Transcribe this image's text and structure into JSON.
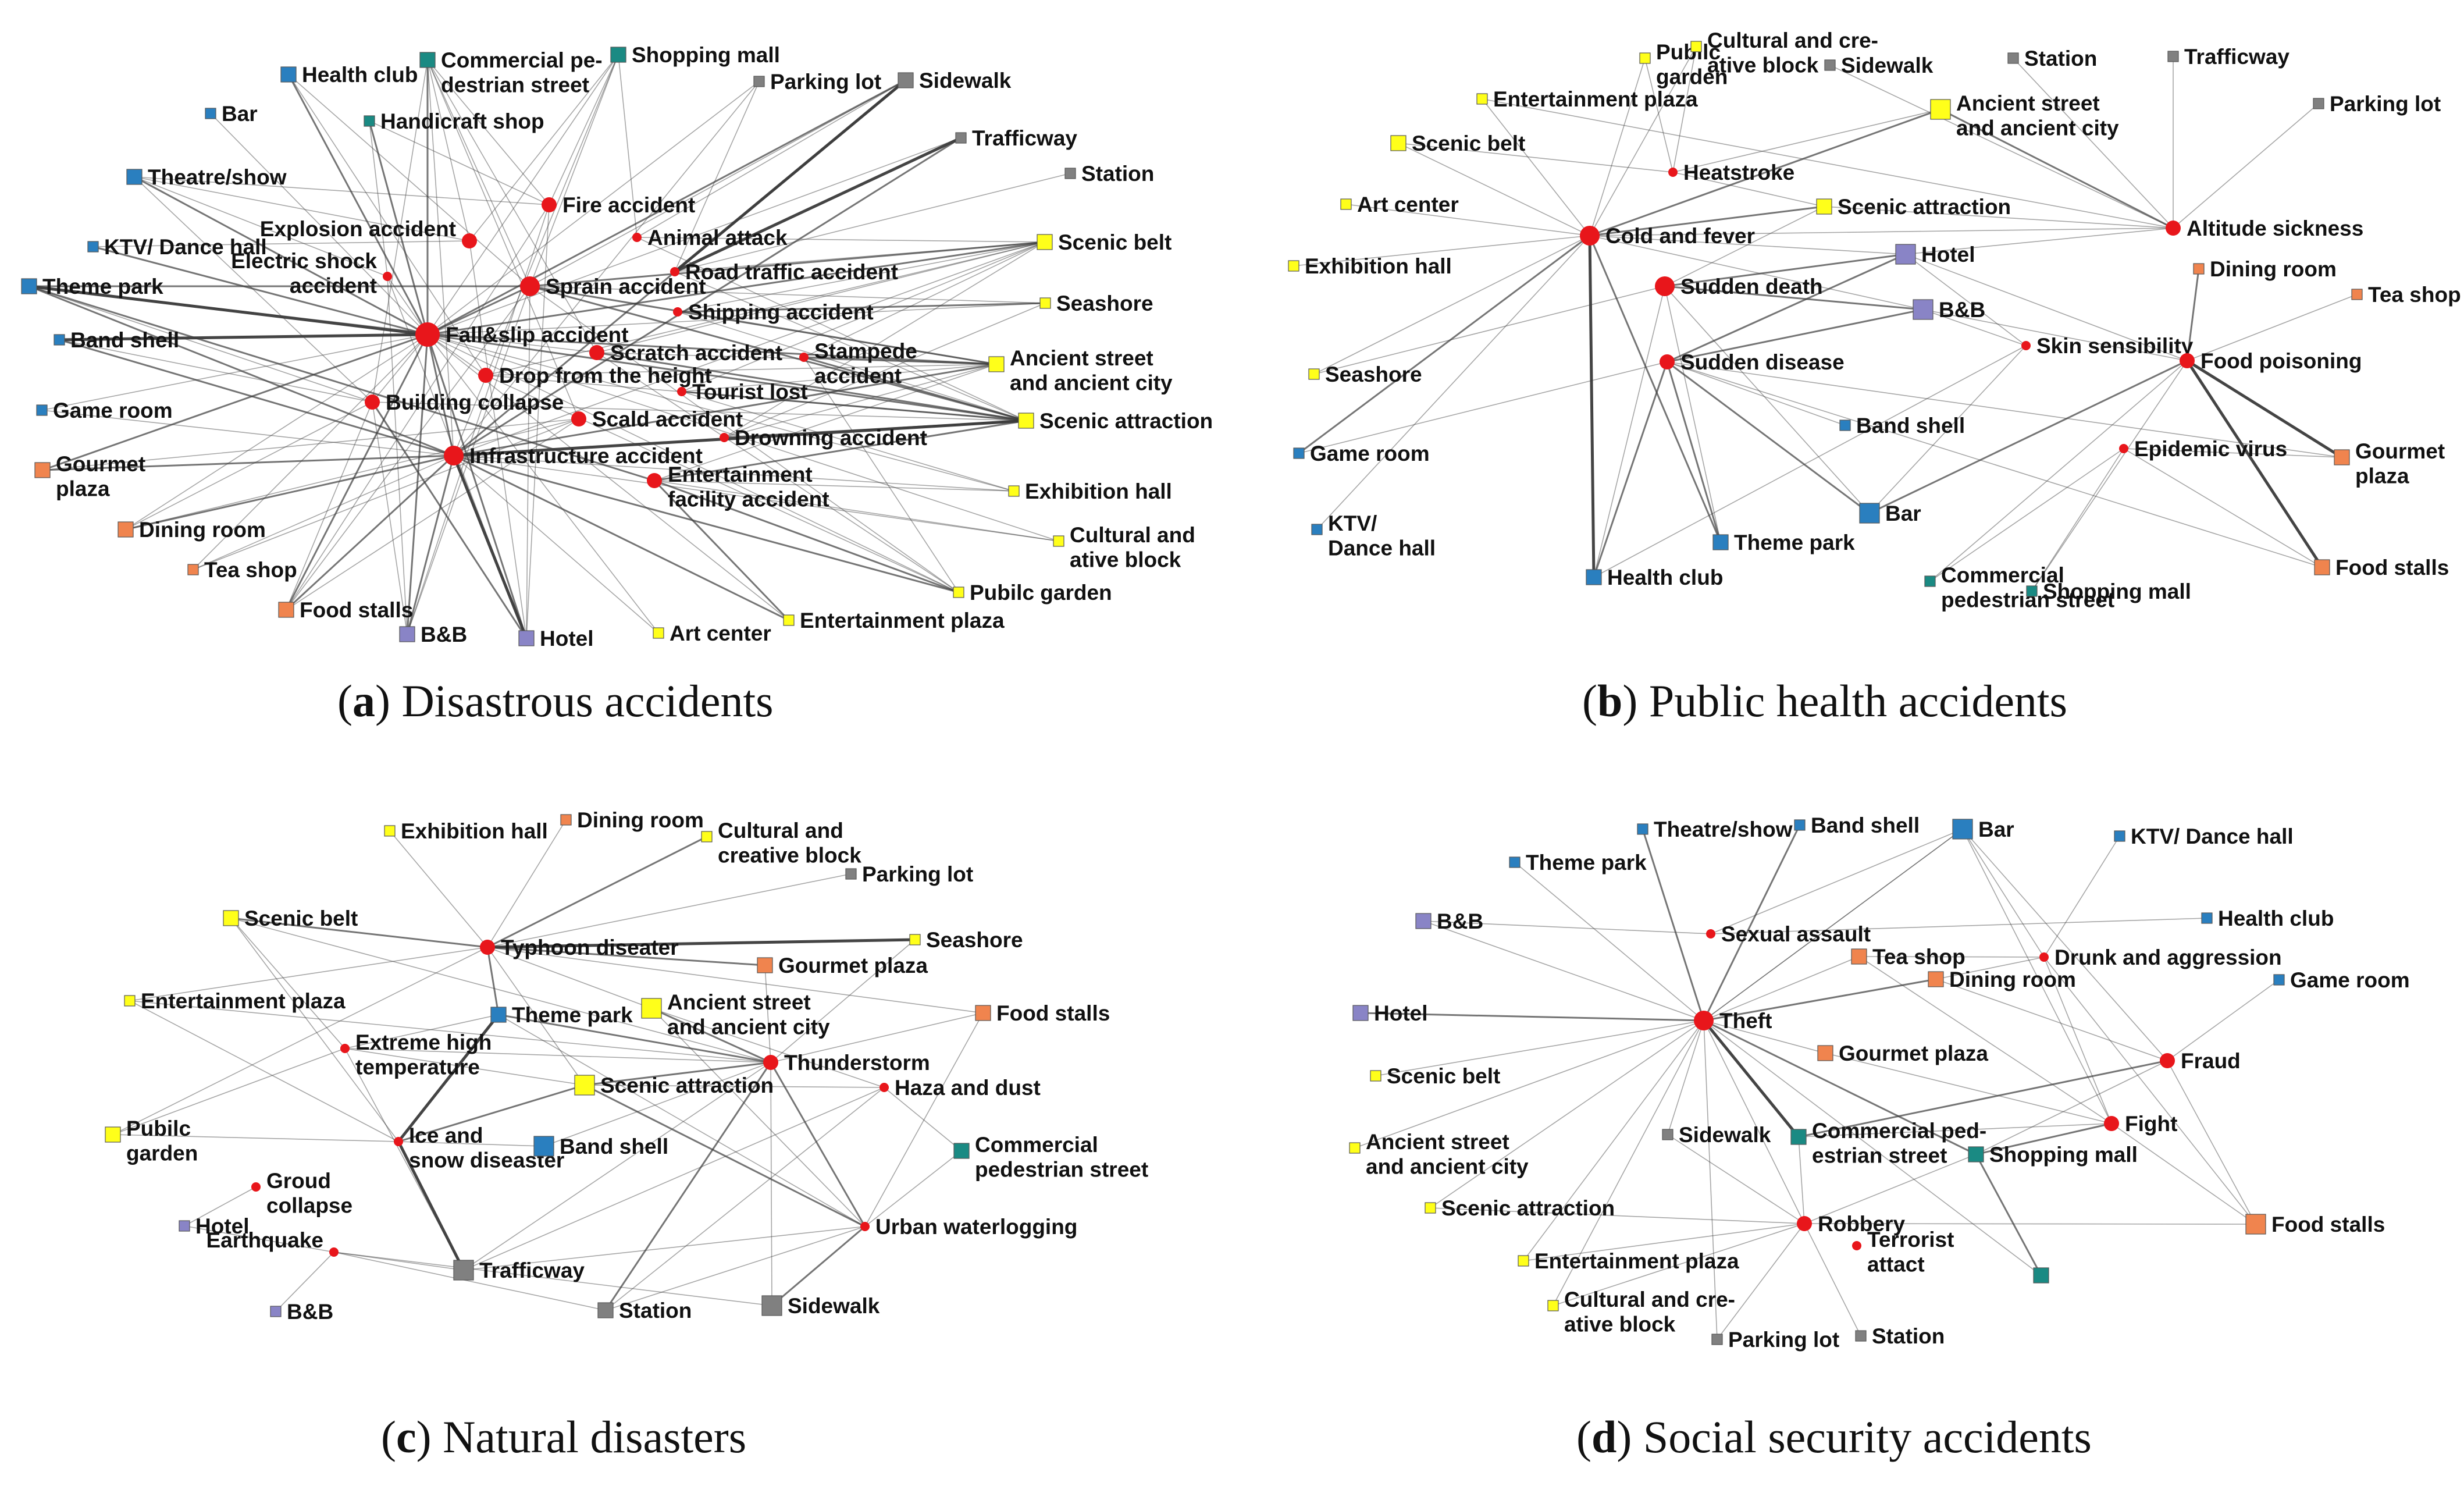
{
  "colors": {
    "accident": "#e8161b",
    "entertainment": "#2a7fbf",
    "accommodation": "#8984c6",
    "catering": "#f0844e",
    "leisure": "#ffff1a",
    "shopping": "#1a8a83",
    "traffic": "#808080",
    "edge": "#3a3a3a"
  },
  "panels": [
    {
      "caption_letter": "a",
      "caption_text": "Disastrous accidents",
      "nodes": [
        {
          "id": "a1",
          "label": "Commercial pe-",
          "label2": "destrian street",
          "kind": "shopping",
          "size": 2
        },
        {
          "id": "a2",
          "label": "Shopping mall",
          "kind": "shopping",
          "size": 2
        },
        {
          "id": "a3",
          "label": "Parking lot",
          "kind": "traffic",
          "size": 1
        },
        {
          "id": "a4",
          "label": "Sidewalk",
          "kind": "traffic",
          "size": 2
        },
        {
          "id": "a5",
          "label": "Health club",
          "kind": "entertainment",
          "size": 2
        },
        {
          "id": "a6",
          "label": "Bar",
          "kind": "entertainment",
          "size": 1
        },
        {
          "id": "a7",
          "label": "Handicraft shop",
          "kind": "shopping",
          "size": 1
        },
        {
          "id": "a8",
          "label": "Trafficway",
          "kind": "traffic",
          "size": 1
        },
        {
          "id": "a9",
          "label": "Theatre/show",
          "kind": "entertainment",
          "size": 2
        },
        {
          "id": "a10",
          "label": "Station",
          "kind": "traffic",
          "size": 1
        },
        {
          "id": "a11",
          "label": "Fire accident",
          "kind": "accident",
          "size": 2
        },
        {
          "id": "a12",
          "label": "Explosion accident",
          "kind": "accident",
          "size": 2
        },
        {
          "id": "a13",
          "label": "Animal attack",
          "kind": "accident",
          "size": 1
        },
        {
          "id": "a14",
          "label": "KTV/ Dance hall",
          "kind": "entertainment",
          "size": 1
        },
        {
          "id": "a15",
          "label": "Scenic belt",
          "kind": "leisure",
          "size": 2
        },
        {
          "id": "a16",
          "label": "Electric shock",
          "label2": "accident",
          "kind": "accident",
          "size": 1
        },
        {
          "id": "a17",
          "label": "Road traffic accident",
          "kind": "accident",
          "size": 1
        },
        {
          "id": "a18",
          "label": "Theme park",
          "kind": "entertainment",
          "size": 2
        },
        {
          "id": "a19",
          "label": "Sprain accident",
          "kind": "accident",
          "size": 3
        },
        {
          "id": "a20",
          "label": "Seashore",
          "kind": "leisure",
          "size": 1
        },
        {
          "id": "a21",
          "label": "Shipping accident",
          "kind": "accident",
          "size": 1
        },
        {
          "id": "a22",
          "label": "Fall&slip accident",
          "kind": "accident",
          "size": 4
        },
        {
          "id": "a23",
          "label": "Band shell",
          "kind": "entertainment",
          "size": 1
        },
        {
          "id": "a24",
          "label": "Scratch accident",
          "kind": "accident",
          "size": 2
        },
        {
          "id": "a25",
          "label": "Stampede",
          "label2": "accident",
          "kind": "accident",
          "size": 1
        },
        {
          "id": "a26",
          "label": "Ancient street",
          "label2": "and ancient city",
          "kind": "leisure",
          "size": 2
        },
        {
          "id": "a27",
          "label": "Drop from the height",
          "kind": "accident",
          "size": 2
        },
        {
          "id": "a28",
          "label": "Tourist lost",
          "kind": "accident",
          "size": 1
        },
        {
          "id": "a29",
          "label": "Building collapse",
          "kind": "accident",
          "size": 2
        },
        {
          "id": "a30",
          "label": "Game room",
          "kind": "entertainment",
          "size": 1
        },
        {
          "id": "a31",
          "label": "Scald accident",
          "kind": "accident",
          "size": 2
        },
        {
          "id": "a32",
          "label": "Drowning accident",
          "kind": "accident",
          "size": 1
        },
        {
          "id": "a33",
          "label": "Scenic attraction",
          "kind": "leisure",
          "size": 2
        },
        {
          "id": "a34",
          "label": "Gourmet",
          "label2": "plaza",
          "kind": "catering",
          "size": 2
        },
        {
          "id": "a35",
          "label": "Infrastructure accident",
          "kind": "accident",
          "size": 3
        },
        {
          "id": "a36",
          "label": "Entertainment",
          "label2": "facility accident",
          "kind": "accident",
          "size": 2
        },
        {
          "id": "a37",
          "label": "Exhibition hall",
          "kind": "leisure",
          "size": 1
        },
        {
          "id": "a38",
          "label": "Dining room",
          "kind": "catering",
          "size": 2
        },
        {
          "id": "a39",
          "label": "Cultural and",
          "label2": "ative block",
          "kind": "leisure",
          "size": 1
        },
        {
          "id": "a40",
          "label": "Tea shop",
          "kind": "catering",
          "size": 1
        },
        {
          "id": "a41",
          "label": "Pubilc garden",
          "kind": "leisure",
          "size": 1
        },
        {
          "id": "a42",
          "label": "Food stalls",
          "kind": "catering",
          "size": 2
        },
        {
          "id": "a43",
          "label": "Entertainment plaza",
          "kind": "leisure",
          "size": 1
        },
        {
          "id": "a44",
          "label": "B&B",
          "kind": "accommodation",
          "size": 2
        },
        {
          "id": "a45",
          "label": "Art center",
          "kind": "leisure",
          "size": 1
        },
        {
          "id": "a46",
          "label": "Hotel",
          "kind": "accommodation",
          "size": 2
        }
      ]
    },
    {
      "caption_letter": "b",
      "caption_text": "Public health accidents",
      "nodes": [
        {
          "id": "b1",
          "label": "Pubilc",
          "label2": "garden",
          "kind": "leisure",
          "size": 1
        },
        {
          "id": "b2",
          "label": "Cultural and cre-",
          "label2": "ative block",
          "kind": "leisure",
          "size": 1
        },
        {
          "id": "b3",
          "label": "Sidewalk",
          "kind": "traffic",
          "size": 1
        },
        {
          "id": "b4",
          "label": "Station",
          "kind": "traffic",
          "size": 1
        },
        {
          "id": "b5",
          "label": "Trafficway",
          "kind": "traffic",
          "size": 1
        },
        {
          "id": "b6",
          "label": "Entertainment plaza",
          "kind": "leisure",
          "size": 1
        },
        {
          "id": "b7",
          "label": "Ancient street",
          "label2": "and ancient city",
          "kind": "leisure",
          "size": 3
        },
        {
          "id": "b8",
          "label": "Parking lot",
          "kind": "traffic",
          "size": 1
        },
        {
          "id": "b9",
          "label": "Scenic belt",
          "kind": "leisure",
          "size": 2
        },
        {
          "id": "b10",
          "label": "Heatstroke",
          "kind": "accident",
          "size": 1
        },
        {
          "id": "b11",
          "label": "Art center",
          "kind": "leisure",
          "size": 1
        },
        {
          "id": "b12",
          "label": "Scenic attraction",
          "kind": "leisure",
          "size": 2
        },
        {
          "id": "b13",
          "label": "Altitude sickness",
          "kind": "accident",
          "size": 2
        },
        {
          "id": "b14",
          "label": "Cold and fever",
          "kind": "accident",
          "size": 3
        },
        {
          "id": "b15",
          "label": "Hotel",
          "kind": "accommodation",
          "size": 3
        },
        {
          "id": "b16",
          "label": "Exhibition hall",
          "kind": "leisure",
          "size": 1
        },
        {
          "id": "b17",
          "label": "Dining room",
          "kind": "catering",
          "size": 1
        },
        {
          "id": "b18",
          "label": "Tea shop",
          "kind": "catering",
          "size": 1
        },
        {
          "id": "b19",
          "label": "Sudden death",
          "kind": "accident",
          "size": 3
        },
        {
          "id": "b20",
          "label": "B&B",
          "kind": "accommodation",
          "size": 3
        },
        {
          "id": "b21",
          "label": "Skin sensibility",
          "kind": "accident",
          "size": 1
        },
        {
          "id": "b22",
          "label": "Food poisoning",
          "kind": "accident",
          "size": 2
        },
        {
          "id": "b23",
          "label": "Sudden disease",
          "kind": "accident",
          "size": 2
        },
        {
          "id": "b24",
          "label": "Seashore",
          "kind": "leisure",
          "size": 1
        },
        {
          "id": "b25",
          "label": "Band shell",
          "kind": "entertainment",
          "size": 1
        },
        {
          "id": "b26",
          "label": "Game room",
          "kind": "entertainment",
          "size": 1
        },
        {
          "id": "b27",
          "label": "Epidemic virus",
          "kind": "accident",
          "size": 1
        },
        {
          "id": "b28",
          "label": "Gourmet",
          "label2": "plaza",
          "kind": "catering",
          "size": 2
        },
        {
          "id": "b29",
          "label": "Bar",
          "kind": "entertainment",
          "size": 3
        },
        {
          "id": "b30",
          "label": "KTV/",
          "label2": "Dance hall",
          "kind": "entertainment",
          "size": 1
        },
        {
          "id": "b31",
          "label": "Theme park",
          "kind": "entertainment",
          "size": 2
        },
        {
          "id": "b32",
          "label": "Health club",
          "kind": "entertainment",
          "size": 2
        },
        {
          "id": "b33",
          "label": "Commercial",
          "label2": "pedestrian street",
          "kind": "shopping",
          "size": 1
        },
        {
          "id": "b34",
          "label": "Shopping mall",
          "kind": "shopping",
          "size": 1
        },
        {
          "id": "b35",
          "label": "Food stalls",
          "kind": "catering",
          "size": 2
        }
      ]
    },
    {
      "caption_letter": "c",
      "caption_text": "Natural disasters",
      "nodes": [
        {
          "id": "c1",
          "label": "Exhibition hall",
          "kind": "leisure",
          "size": 1
        },
        {
          "id": "c2",
          "label": "Dining room",
          "kind": "catering",
          "size": 1
        },
        {
          "id": "c3",
          "label": "Cultural and",
          "label2": "creative block",
          "kind": "leisure",
          "size": 1
        },
        {
          "id": "c4",
          "label": "Parking lot",
          "kind": "traffic",
          "size": 1
        },
        {
          "id": "c5",
          "label": "Scenic belt",
          "kind": "leisure",
          "size": 2
        },
        {
          "id": "c6",
          "label": "Seashore",
          "kind": "leisure",
          "size": 1
        },
        {
          "id": "c7",
          "label": "Typhoon diseater",
          "kind": "accident",
          "size": 2
        },
        {
          "id": "c8",
          "label": "Gourmet plaza",
          "kind": "catering",
          "size": 2
        },
        {
          "id": "c9",
          "label": "Entertainment plaza",
          "kind": "leisure",
          "size": 1
        },
        {
          "id": "c10",
          "label": "Theme park",
          "kind": "entertainment",
          "size": 2
        },
        {
          "id": "c11",
          "label": "Ancient street",
          "label2": "and ancient city",
          "kind": "leisure",
          "size": 3
        },
        {
          "id": "c12",
          "label": "Food stalls",
          "kind": "catering",
          "size": 2
        },
        {
          "id": "c13",
          "label": "Extreme high",
          "label2": "temperature",
          "kind": "accident",
          "size": 1
        },
        {
          "id": "c14",
          "label": "Thunderstorm",
          "kind": "accident",
          "size": 2
        },
        {
          "id": "c15",
          "label": "Scenic attraction",
          "kind": "leisure",
          "size": 3
        },
        {
          "id": "c16",
          "label": "Haza and dust",
          "kind": "accident",
          "size": 1
        },
        {
          "id": "c17",
          "label": "Pubilc",
          "label2": "garden",
          "kind": "leisure",
          "size": 2
        },
        {
          "id": "c18",
          "label": "Ice and",
          "label2": "snow diseaster",
          "kind": "accident",
          "size": 1
        },
        {
          "id": "c19",
          "label": "Band shell",
          "kind": "entertainment",
          "size": 3
        },
        {
          "id": "c20",
          "label": "Commercial",
          "label2": "pedestrian street",
          "kind": "shopping",
          "size": 2
        },
        {
          "id": "c21",
          "label": "Groud",
          "label2": "collapse",
          "kind": "accident",
          "size": 1
        },
        {
          "id": "c22",
          "label": "Hotel",
          "kind": "accommodation",
          "size": 1
        },
        {
          "id": "c23",
          "label": "Earthquake",
          "kind": "accident",
          "size": 1
        },
        {
          "id": "c24",
          "label": "Trafficway",
          "kind": "traffic",
          "size": 3
        },
        {
          "id": "c25",
          "label": "Urban waterlogging",
          "kind": "accident",
          "size": 1
        },
        {
          "id": "c26",
          "label": "Station",
          "kind": "traffic",
          "size": 2
        },
        {
          "id": "c27",
          "label": "Sidewalk",
          "kind": "traffic",
          "size": 3
        },
        {
          "id": "c28",
          "label": "B&B",
          "kind": "accommodation",
          "size": 1
        }
      ]
    },
    {
      "caption_letter": "d",
      "caption_text": "Social security accidents",
      "nodes": [
        {
          "id": "d1",
          "label": "Theatre/show",
          "kind": "entertainment",
          "size": 1
        },
        {
          "id": "d2",
          "label": "Band shell",
          "kind": "entertainment",
          "size": 1
        },
        {
          "id": "d3",
          "label": "Bar",
          "kind": "entertainment",
          "size": 3
        },
        {
          "id": "d4",
          "label": "KTV/ Dance hall",
          "kind": "entertainment",
          "size": 1
        },
        {
          "id": "d5",
          "label": "Theme park",
          "kind": "entertainment",
          "size": 1
        },
        {
          "id": "d6",
          "label": "B&B",
          "kind": "accommodation",
          "size": 2
        },
        {
          "id": "d7",
          "label": "Sexual assault",
          "kind": "accident",
          "size": 1
        },
        {
          "id": "d8",
          "label": "Health club",
          "kind": "entertainment",
          "size": 1
        },
        {
          "id": "d9",
          "label": "Tea shop",
          "kind": "catering",
          "size": 2
        },
        {
          "id": "d10",
          "label": "Drunk and aggression",
          "kind": "accident",
          "size": 1
        },
        {
          "id": "d11",
          "label": "Dining room",
          "kind": "catering",
          "size": 2
        },
        {
          "id": "d12",
          "label": "Game room",
          "kind": "entertainment",
          "size": 1
        },
        {
          "id": "d13",
          "label": "Hotel",
          "kind": "accommodation",
          "size": 2
        },
        {
          "id": "d14",
          "label": "Theft",
          "kind": "accident",
          "size": 3
        },
        {
          "id": "d15",
          "label": "Gourmet plaza",
          "kind": "catering",
          "size": 2
        },
        {
          "id": "d16",
          "label": "Fraud",
          "kind": "accident",
          "size": 2
        },
        {
          "id": "d17",
          "label": "Scenic belt",
          "kind": "leisure",
          "size": 1
        },
        {
          "id": "d18",
          "label": "Fight",
          "kind": "accident",
          "size": 2
        },
        {
          "id": "d19",
          "label": "Sidewalk",
          "kind": "traffic",
          "size": 1
        },
        {
          "id": "d20",
          "label": "Commercial ped-",
          "label2": "estrian street",
          "kind": "shopping",
          "size": 2
        },
        {
          "id": "d21",
          "label": "Shopping mall",
          "kind": "shopping",
          "size": 2
        },
        {
          "id": "d22",
          "label": "Ancient street",
          "label2": "and ancient city",
          "kind": "leisure",
          "size": 1
        },
        {
          "id": "d23",
          "label": "Food stalls",
          "kind": "catering",
          "size": 3
        },
        {
          "id": "d24",
          "label": "Scenic attraction",
          "kind": "leisure",
          "size": 1
        },
        {
          "id": "d25",
          "label": "Robbery",
          "kind": "accident",
          "size": 2
        },
        {
          "id": "d26",
          "label": "Terrorist",
          "label2": "attact",
          "kind": "accident",
          "size": 1
        },
        {
          "id": "d27",
          "label": "Entertainment plaza",
          "kind": "leisure",
          "size": 1
        },
        {
          "id": "d28",
          "label": "Cultural and cre-",
          "label2": "ative block",
          "kind": "leisure",
          "size": 1
        },
        {
          "id": "d29",
          "label": "Parking lot",
          "kind": "traffic",
          "size": 1
        },
        {
          "id": "d30",
          "label": "Station",
          "kind": "traffic",
          "size": 1
        },
        {
          "id": "d31",
          "label": "",
          "kind": "shopping",
          "size": 2
        }
      ]
    }
  ]
}
